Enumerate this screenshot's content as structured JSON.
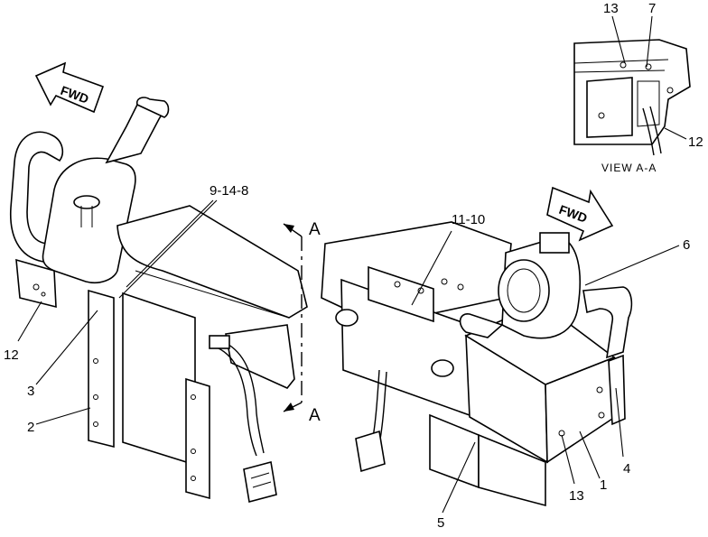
{
  "callouts": {
    "c_9_14_8": "9-14-8",
    "c_11_10": "11-10",
    "c_12_left": "12",
    "c_3": "3",
    "c_2": "2",
    "c_6": "6",
    "c_4": "4",
    "c_1": "1",
    "c_13_bottom": "13",
    "c_5": "5",
    "c_13_top": "13",
    "c_7": "7",
    "c_12_right": "12"
  },
  "arrows": {
    "fwd_left": "FWD",
    "fwd_right": "FWD"
  },
  "section": {
    "a_top": "A",
    "a_bottom": "A",
    "view_caption": "VIEW  A-A"
  }
}
